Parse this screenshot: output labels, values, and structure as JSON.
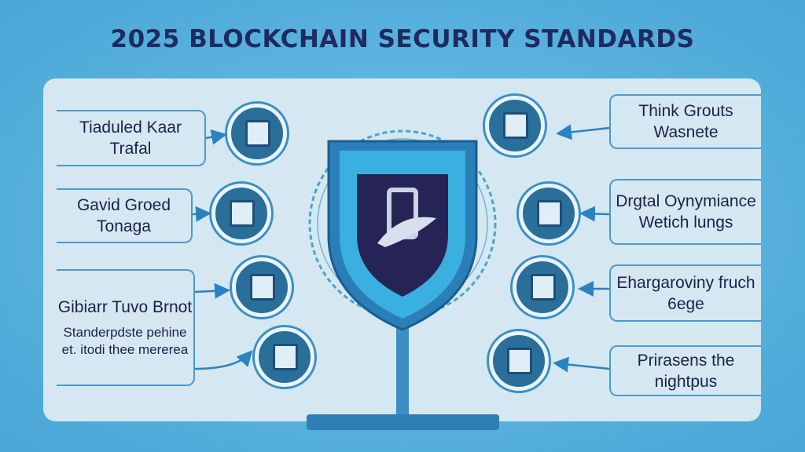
{
  "title": "2025 BLOCKCHAIN SECURITY STANDARDS",
  "left_items": [
    {
      "title": "Tiaduled Kaar Trafal",
      "icon": "document-stack-icon"
    },
    {
      "title": "Gavid Groed Tonaga",
      "icon": "computer-terminal-icon"
    },
    {
      "title": "Gibiarr Tuvo Brnot",
      "icon": "tablet-network-icon",
      "subtitle": "Standerpdste pehine et. itodi thee mererea"
    },
    {
      "icon": "hand-device-icon"
    }
  ],
  "right_items": [
    {
      "title": "Think Grouts Wasnete",
      "icon": "monitor-alert-icon"
    },
    {
      "title": "Drgtal Oynymiance Wetich lungs",
      "icon": "screen-lock-icon"
    },
    {
      "title": "Ehargaroviny fruch 6ege",
      "icon": "server-grid-icon"
    },
    {
      "title": "Prirasens the nightpus",
      "icon": "envelope-shield-icon"
    }
  ],
  "colors": {
    "title": "#1f2b60",
    "shield_outer": "#2a7fb8",
    "shield_inner": "#262456",
    "accent": "#4a9bd0"
  }
}
